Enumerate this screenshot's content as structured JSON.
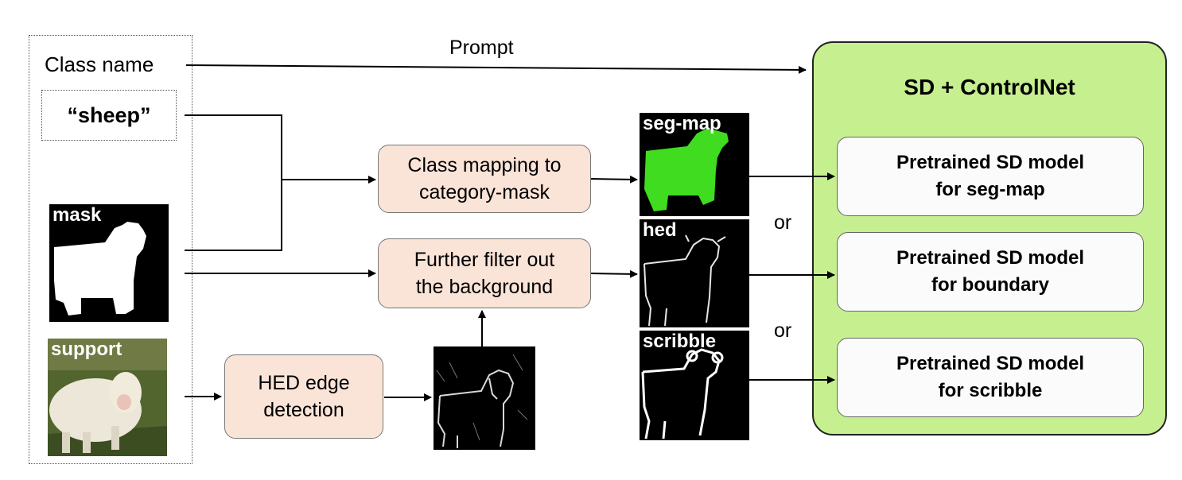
{
  "inputs": {
    "class_name_label": "Class name",
    "class_value": "“sheep”",
    "mask_label": "mask",
    "support_label": "support"
  },
  "edges": {
    "prompt_label": "Prompt",
    "or_labels": [
      "or",
      "or"
    ]
  },
  "process": {
    "class_mapping": [
      "Class mapping to",
      "category-mask"
    ],
    "filter_background": [
      "Further filter out",
      "the background"
    ],
    "hed_edge": [
      "HED edge",
      "detection"
    ]
  },
  "conditions": {
    "seg_map_label": "seg-map",
    "hed_label": "hed",
    "scribble_label": "scribble"
  },
  "controlnet": {
    "title": "SD + ControlNet",
    "models": [
      [
        "Pretrained SD model",
        "for seg-map"
      ],
      [
        "Pretrained SD model",
        "for boundary"
      ],
      [
        "Pretrained SD model",
        "for scribble"
      ]
    ]
  },
  "colors": {
    "process_fill": "#fae3d7",
    "controlnet_fill": "#c6ef90",
    "segmap_green": "#3fdc1f",
    "model_fill": "#fbfbfb"
  }
}
